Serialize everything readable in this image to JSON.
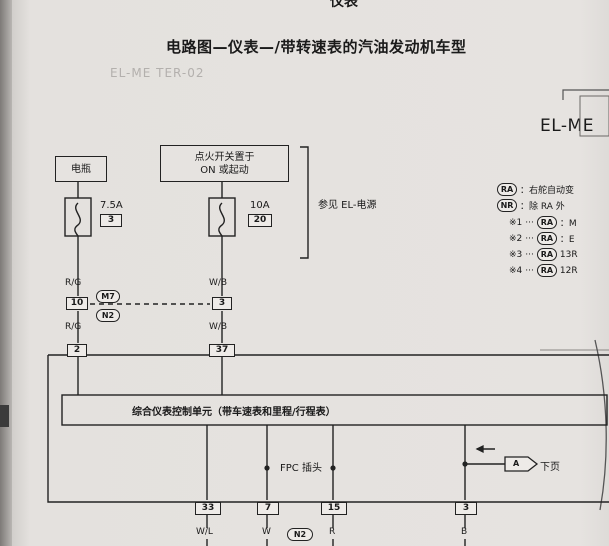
{
  "page": {
    "header": "仪表",
    "title": "电路图—仪表—/带转速表的汽油发动机车型",
    "ghost_text": "EL-ME TER-02",
    "diagram_code": "EL-ME"
  },
  "sources": {
    "battery": "电瓶",
    "ignition": [
      "点火开关置于",
      "ON 或起动"
    ],
    "see_also": "参见 EL-电源"
  },
  "fuses": [
    {
      "rating": "7.5A",
      "number": "3"
    },
    {
      "rating": "10A",
      "number": "20"
    }
  ],
  "wire_colors": {
    "rg": "R/G",
    "wb": "W/B",
    "wl": "W/L",
    "w": "W",
    "r": "R",
    "b": "B"
  },
  "connectors": {
    "m7": "M7",
    "n2": "N2",
    "pin_10": "10",
    "pin_3_top": "3",
    "pin_2": "2",
    "pin_37": "37",
    "pin_33": "33",
    "pin_7": "7",
    "pin_15": "15",
    "pin_3_bottom": "3"
  },
  "unit": {
    "name": "综合仪表控制单元（带车速表和里程/行程表）",
    "fpc": "FPC 插头",
    "next_page": "下页",
    "arrow_label": "A"
  },
  "legend": [
    {
      "badge": "RA",
      "text": "：右舵自动变"
    },
    {
      "badge": "NR",
      "text": "：除 RA 外"
    },
    {
      "mark": "※1",
      "badge": "RA",
      "text": "：M"
    },
    {
      "mark": "※2",
      "badge": "RA",
      "text": "：E"
    },
    {
      "mark": "※3",
      "badge": "RA",
      "text": "13R"
    },
    {
      "mark": "※4",
      "badge": "RA",
      "text": "12R"
    }
  ]
}
